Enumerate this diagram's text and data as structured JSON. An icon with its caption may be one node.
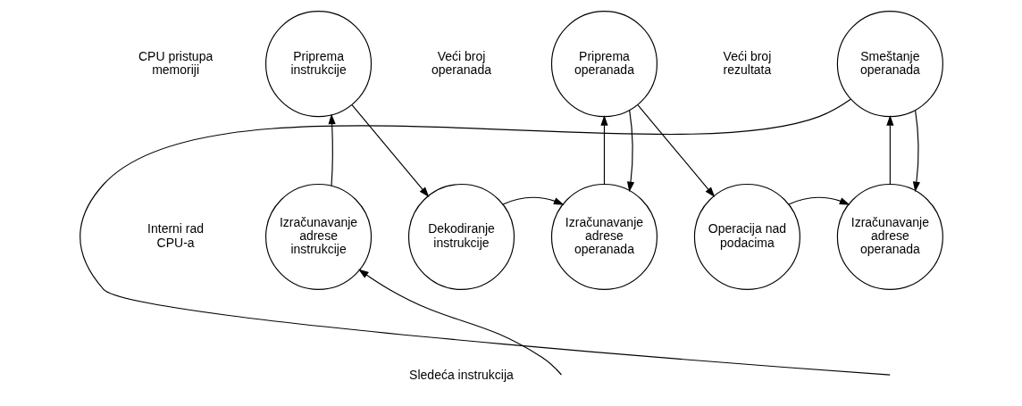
{
  "diagram": {
    "nodes": [
      {
        "text": [
          "Priprema instrukcije"
        ]
      },
      {
        "text": [
          "Priprema operanada"
        ]
      },
      {
        "text": [
          "Smeštanje operanada"
        ]
      },
      {
        "text": [
          "Izračunavanje adrese instrukcije"
        ]
      },
      {
        "text": [
          "Dekodiranje instrukcije"
        ]
      },
      {
        "text": [
          "Izračunavanje adrese operanada"
        ]
      },
      {
        "text": [
          "Operacija nad podacima"
        ]
      },
      {
        "text": [
          "Izračunavanje adrese operanada"
        ]
      }
    ],
    "edges": [
      {
        "from": 3,
        "to": 0,
        "arrow": "to"
      },
      {
        "from": 0,
        "to": 4,
        "arrow": "to"
      },
      {
        "from": 4,
        "to": 5,
        "arrow": "to"
      },
      {
        "from": 5,
        "to": 1,
        "arrow": "to"
      },
      {
        "from": 1,
        "to": 5,
        "arrow": "to"
      },
      {
        "from": 1,
        "to": 6,
        "arrow": "to"
      },
      {
        "from": 6,
        "to": 7,
        "arrow": "to"
      },
      {
        "from": 7,
        "to": 2,
        "arrow": "to"
      },
      {
        "from": 2,
        "to": 7,
        "arrow": "to"
      },
      {
        "from": null,
        "to": 3,
        "arrow": "to"
      },
      {
        "from": 2,
        "to": null,
        "arrow": "none"
      }
    ],
    "labels": [
      "CPU pristupa memoriji",
      "Veći broj operanada",
      "Veći broj rezultata",
      "Interni rad CPU-a",
      "Sledeća instrukcija"
    ]
  }
}
